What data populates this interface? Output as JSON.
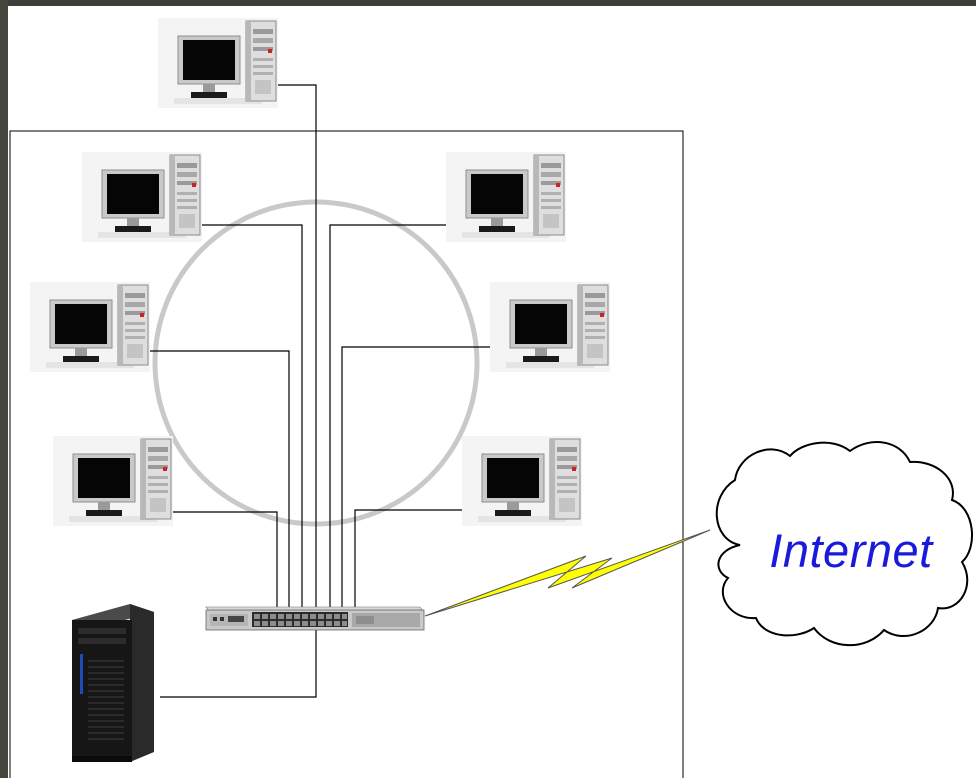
{
  "cloud": {
    "label": "Internet"
  },
  "colors": {
    "frame": "#45473f",
    "cable": "#000000",
    "ring": "#c8c8c8",
    "bolt": "#ffff00",
    "internet_text": "#1a1adb"
  },
  "nodes": [
    {
      "id": "workstation-external",
      "icon": "desktop-computer-icon"
    },
    {
      "id": "workstation-left-1",
      "icon": "desktop-computer-icon"
    },
    {
      "id": "workstation-right-1",
      "icon": "desktop-computer-icon"
    },
    {
      "id": "workstation-left-2",
      "icon": "desktop-computer-icon"
    },
    {
      "id": "workstation-right-2",
      "icon": "desktop-computer-icon"
    },
    {
      "id": "workstation-left-3",
      "icon": "desktop-computer-icon"
    },
    {
      "id": "workstation-right-3",
      "icon": "desktop-computer-icon"
    },
    {
      "id": "server",
      "icon": "server-tower-icon"
    },
    {
      "id": "network-switch",
      "icon": "network-switch-icon"
    },
    {
      "id": "internet-cloud",
      "icon": "cloud-icon"
    }
  ]
}
